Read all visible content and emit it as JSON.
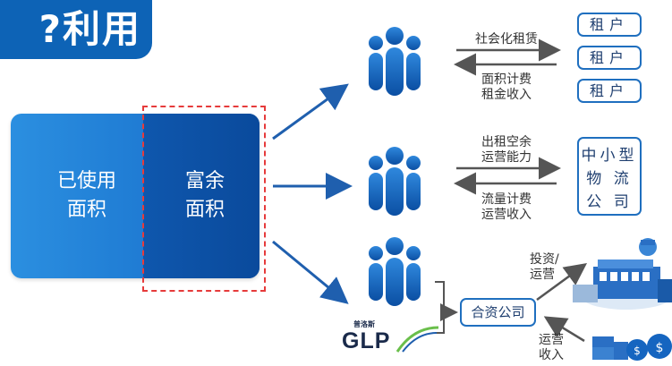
{
  "title": "?利用",
  "area": {
    "used": [
      "已使用",
      "面积"
    ],
    "surplus": [
      "富余",
      "面积"
    ]
  },
  "flows": {
    "top": {
      "upper": "社会化租赁",
      "lower": [
        "面积计费",
        "租金收入"
      ]
    },
    "middle": {
      "upper": [
        "出租空余",
        "运营能力"
      ],
      "lower": [
        "流量计费",
        "运营收入"
      ]
    },
    "bottom": {
      "invest": [
        "投资/",
        "运营"
      ],
      "revenue": [
        "运营",
        "收入"
      ]
    }
  },
  "tenants": [
    "租户",
    "租户",
    "租户"
  ],
  "sme": [
    "中小型",
    "物 流",
    "公 司"
  ],
  "joint_venture": "合资公司",
  "logo": {
    "small": "普洛斯",
    "big": "GLP"
  },
  "colors": {
    "primary_blue": "#0d63b6",
    "arrow_blue": "#1f5fae",
    "dash_red": "#e63b3b",
    "people_blue": "#1565c0"
  }
}
